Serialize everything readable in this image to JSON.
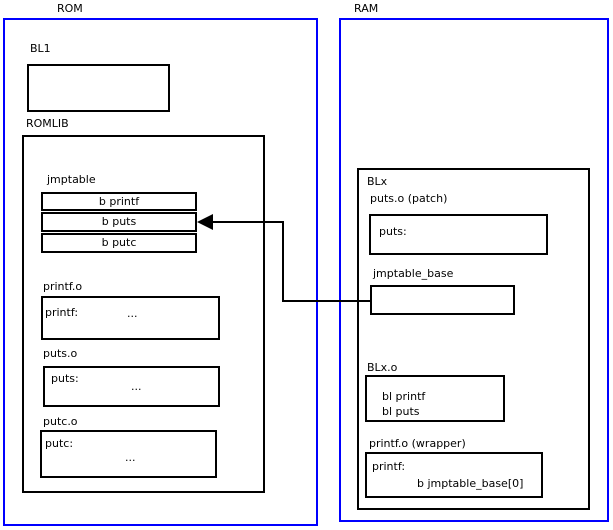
{
  "rom": {
    "label": "ROM",
    "bl1": {
      "label": "BL1"
    },
    "romlib": {
      "label": "ROMLIB",
      "jmptable": {
        "label": "jmptable",
        "rows": [
          "b printf",
          "b puts",
          "b putc"
        ]
      },
      "objects": [
        {
          "label": "printf.o",
          "symbol": "printf:",
          "body": "..."
        },
        {
          "label": "puts.o",
          "symbol": "puts:",
          "body": "..."
        },
        {
          "label": "putc.o",
          "symbol": "putc:",
          "body": "..."
        }
      ]
    }
  },
  "ram": {
    "label": "RAM",
    "blx": {
      "label": "BLx",
      "puts_patch": {
        "label": "puts.o (patch)",
        "symbol": "puts:"
      },
      "jmptable_base": {
        "label": "jmptable_base"
      },
      "blx_o": {
        "label": "BLx.o",
        "lines": [
          "bl printf",
          "bl puts"
        ]
      },
      "printf_wrapper": {
        "label": "printf.o (wrapper)",
        "symbol": "printf:",
        "body": "b jmptable_base[0]"
      }
    }
  },
  "colors": {
    "frame_blue": "#0000ff",
    "box_black": "#000000",
    "background": "#ffffff"
  }
}
